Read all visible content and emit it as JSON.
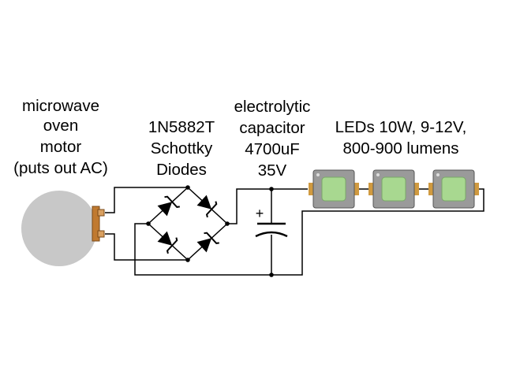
{
  "motor_label": [
    "microwave",
    "oven",
    "motor",
    "(puts out AC)"
  ],
  "diode_label": [
    "1N5882T",
    "Schottky",
    "Diodes"
  ],
  "capacitor_label": [
    "electrolytic",
    "capacitor",
    "4700uF",
    "35V"
  ],
  "led_label": [
    "LEDs 10W, 9-12V,",
    "800-900 lumens"
  ],
  "capacitor_polarity": "+",
  "colors": {
    "wire": "#000000",
    "motor_body": "#c8c8c8",
    "motor_terminal": "#c07a30",
    "led_body": "#9a9a9a",
    "led_die": "#a8d890",
    "led_pad": "#d09a40"
  }
}
